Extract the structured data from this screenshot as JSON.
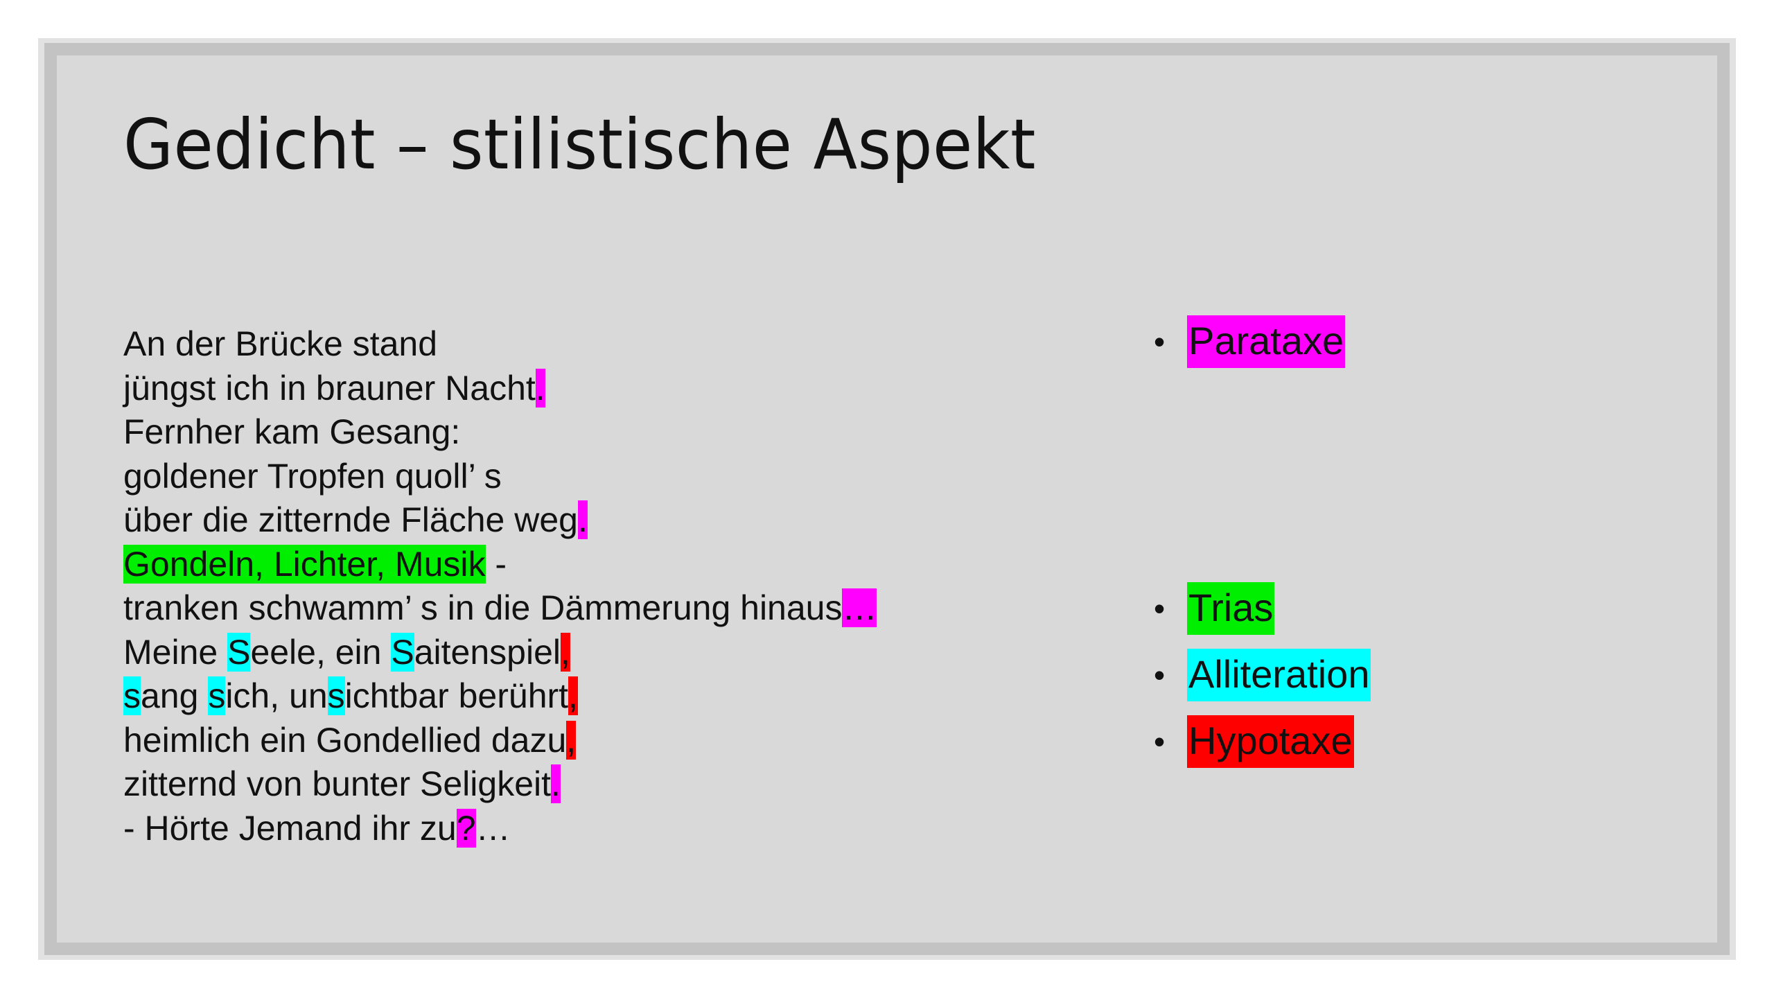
{
  "slide": {
    "title": "Gedicht – stilistische Aspekt",
    "poem": {
      "lines": [
        [
          {
            "t": "An der Brücke stand"
          }
        ],
        [
          {
            "t": "jüngst ich in brauner Nacht"
          },
          {
            "t": ".",
            "hl": "magenta"
          }
        ],
        [
          {
            "t": "Fernher kam Gesang:"
          }
        ],
        [
          {
            "t": "goldener Tropfen quoll’ s"
          }
        ],
        [
          {
            "t": "über die zitternde Fläche weg"
          },
          {
            "t": ".",
            "hl": "magenta"
          }
        ],
        [
          {
            "t": "Gondeln, Lichter, Musik",
            "hl": "green"
          },
          {
            "t": " -"
          }
        ],
        [
          {
            "t": "tranken schwamm’ s in die Dämmerung hinaus"
          },
          {
            "t": "…",
            "hl": "magenta"
          }
        ],
        [
          {
            "t": "Meine "
          },
          {
            "t": "S",
            "hl": "cyan"
          },
          {
            "t": "eele, ein "
          },
          {
            "t": "S",
            "hl": "cyan"
          },
          {
            "t": "aitenspiel"
          },
          {
            "t": ",",
            "hl": "red"
          }
        ],
        [
          {
            "t": "s",
            "hl": "cyan"
          },
          {
            "t": "ang "
          },
          {
            "t": "s",
            "hl": "cyan"
          },
          {
            "t": "ich, un"
          },
          {
            "t": "s",
            "hl": "cyan"
          },
          {
            "t": "ichtbar berührt"
          },
          {
            "t": ",",
            "hl": "red"
          }
        ],
        [
          {
            "t": "heimlich ein Gondellied dazu"
          },
          {
            "t": ",",
            "hl": "red"
          }
        ],
        [
          {
            "t": "zitternd von bunter Seligkeit"
          },
          {
            "t": ".",
            "hl": "magenta"
          }
        ],
        [
          {
            "t": "- Hörte Jemand ihr zu"
          },
          {
            "t": "?",
            "hl": "magenta"
          },
          {
            "t": "…"
          }
        ]
      ]
    },
    "legend": [
      {
        "label": "Parataxe",
        "color": "#ff00ff"
      },
      {
        "label": "Trias",
        "color": "#00ee00"
      },
      {
        "label": "Alliteration",
        "color": "#00ffff"
      },
      {
        "label": "Hypotaxe",
        "color": "#ff0000"
      }
    ],
    "bullet_glyph": "•"
  }
}
